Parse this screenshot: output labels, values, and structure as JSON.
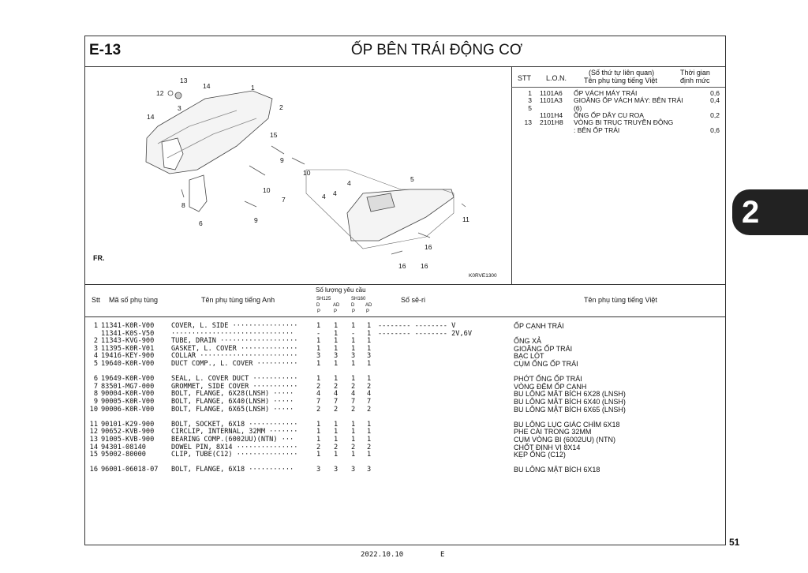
{
  "header": {
    "code": "E-13",
    "title": "ỐP BÊN TRÁI ĐỘNG CƠ"
  },
  "diagram": {
    "figure_code": "K0RVE1300",
    "fr_label": "FR.",
    "callouts": [
      "13",
      "12",
      "14",
      "1",
      "3",
      "14",
      "2",
      "15",
      "9",
      "10",
      "10",
      "7",
      "8",
      "6",
      "9",
      "5",
      "4",
      "4",
      "4",
      "11",
      "16",
      "16",
      "16"
    ]
  },
  "labor": {
    "headers": {
      "stt": "STT",
      "lon": "L.O.N.",
      "name1": "(Số thứ tự liên quan)",
      "name2": "Tên phụ tùng tiếng Việt",
      "time1": "Thời gian",
      "time2": "định mức"
    },
    "rows": [
      {
        "stt": "1",
        "lon": "1101A6",
        "name": "ỐP VÁCH MÁY TRÁI",
        "time": "0,6"
      },
      {
        "stt": "3",
        "lon": "1101A3",
        "name": "GIOĂNG ỐP VÁCH MÁY: BÊN TRÁI",
        "time": "0,4"
      },
      {
        "stt": "5",
        "lon": "",
        "name": "(6)",
        "time": ""
      },
      {
        "stt": "",
        "lon": "1101H4",
        "name": "ỐNG ỐP DÂY CU ROA",
        "time": "0,2"
      },
      {
        "stt": "13",
        "lon": "2101H8",
        "name": "VÒNG BI TRỤC TRUYỀN ĐỘNG",
        "time": ""
      },
      {
        "stt": "",
        "lon": "",
        "name": ": BÊN ỐP TRÁI",
        "time": "0,6"
      }
    ]
  },
  "parts": {
    "headers": {
      "stt": "Stt",
      "part_no": "Mã số phụ tùng",
      "name_en": "Tên phụ tùng tiếng Anh",
      "qty": "Số lượng yêu cầu",
      "model1": "SH125",
      "model2": "SH160",
      "d": "D",
      "ad": "AD",
      "p": "P",
      "serial": "Số sê-ri",
      "name_vn": "Tên phụ tùng tiếng Việt"
    },
    "rows": [
      {
        "stt": "1",
        "part_no": "11341-K0R-V00",
        "name": "COVER, L. SIDE ················",
        "q": [
          "1",
          "1",
          "1",
          "1"
        ],
        "serial": "-------- -------- V",
        "vn": "ỐP CẠNH TRÁI"
      },
      {
        "stt": "",
        "part_no": "11341-K0S-V50",
        "name": "  ······························",
        "q": [
          "-",
          "1",
          "-",
          "1"
        ],
        "serial": "-------- -------- 2V,6V",
        "vn": ""
      },
      {
        "stt": "2",
        "part_no": "11343-KVG-900",
        "name": "TUBE, DRAIN ···················",
        "q": [
          "1",
          "1",
          "1",
          "1"
        ],
        "serial": "",
        "vn": "ỐNG XẢ"
      },
      {
        "stt": "3",
        "part_no": "11395-K0R-V01",
        "name": "GASKET, L. COVER ··············",
        "q": [
          "1",
          "1",
          "1",
          "1"
        ],
        "serial": "",
        "vn": "GIOĂNG ỐP TRÁI"
      },
      {
        "stt": "4",
        "part_no": "19416-KEY-900",
        "name": "COLLAR ························",
        "q": [
          "3",
          "3",
          "3",
          "3"
        ],
        "serial": "",
        "vn": "BẠC LÓT"
      },
      {
        "stt": "5",
        "part_no": "19640-K0R-V00",
        "name": "DUCT COMP., L. COVER ··········",
        "q": [
          "1",
          "1",
          "1",
          "1"
        ],
        "serial": "",
        "vn": "CỤM ỐNG ỐP TRÁI",
        "gap": true
      },
      {
        "stt": "6",
        "part_no": "19649-K0R-V00",
        "name": "SEAL, L. COVER DUCT ···········",
        "q": [
          "1",
          "1",
          "1",
          "1"
        ],
        "serial": "",
        "vn": "PHỚT ỐNG ỐP TRÁI"
      },
      {
        "stt": "7",
        "part_no": "83501-MG7-000",
        "name": "GROMMET, SIDE COVER ···········",
        "q": [
          "2",
          "2",
          "2",
          "2"
        ],
        "serial": "",
        "vn": "VÒNG ĐỆM ỐP CẠNH"
      },
      {
        "stt": "8",
        "part_no": "90004-K0R-V00",
        "name": "BOLT, FLANGE, 6X28(LNSH) ·····",
        "q": [
          "4",
          "4",
          "4",
          "4"
        ],
        "serial": "",
        "vn": "BU LÔNG MẶT BÍCH 6X28 (LNSH)"
      },
      {
        "stt": "9",
        "part_no": "90005-K0R-V00",
        "name": "BOLT, FLANGE, 6X40(LNSH) ·····",
        "q": [
          "7",
          "7",
          "7",
          "7"
        ],
        "serial": "",
        "vn": "BU LÔNG MẶT BÍCH 6X40 (LNSH)"
      },
      {
        "stt": "10",
        "part_no": "90006-K0R-V00",
        "name": "BOLT, FLANGE, 6X65(LNSH) ·····",
        "q": [
          "2",
          "2",
          "2",
          "2"
        ],
        "serial": "",
        "vn": "BU LÔNG MẶT BÍCH 6X65 (LNSH)",
        "gap": true
      },
      {
        "stt": "11",
        "part_no": "90101-K29-900",
        "name": "BOLT, SOCKET, 6X18 ············",
        "q": [
          "1",
          "1",
          "1",
          "1"
        ],
        "serial": "",
        "vn": "BU LÔNG LỤC GIÁC CHÌM 6X18"
      },
      {
        "stt": "12",
        "part_no": "90652-KVB-900",
        "name": "CIRCLIP, INTERNAL, 32MM ·······",
        "q": [
          "1",
          "1",
          "1",
          "1"
        ],
        "serial": "",
        "vn": "PHE CÀI TRONG 32MM"
      },
      {
        "stt": "13",
        "part_no": "91005-KVB-900",
        "name": "BEARING COMP.(6002UU)(NTN) ···",
        "q": [
          "1",
          "1",
          "1",
          "1"
        ],
        "serial": "",
        "vn": "CỤM VÒNG BI (6002UU) (NTN)"
      },
      {
        "stt": "14",
        "part_no": "94301-08140",
        "name": "DOWEL PIN, 8X14 ···············",
        "q": [
          "2",
          "2",
          "2",
          "2"
        ],
        "serial": "",
        "vn": "CHỐT ĐỊNH VỊ 8X14"
      },
      {
        "stt": "15",
        "part_no": "95002-80000",
        "name": "CLIP, TUBE(C12) ···············",
        "q": [
          "1",
          "1",
          "1",
          "1"
        ],
        "serial": "",
        "vn": "KẸP ỐNG (C12)",
        "gap": true
      },
      {
        "stt": "16",
        "part_no": "96001-06018-07",
        "name": "BOLT, FLANGE, 6X18 ···········",
        "q": [
          "3",
          "3",
          "3",
          "3"
        ],
        "serial": "",
        "vn": "BU LÔNG MẶT BÍCH 6X18"
      }
    ]
  },
  "section_tab": "2",
  "page_number": "51",
  "footer": {
    "date": "2022.10.10",
    "edition": "E"
  }
}
